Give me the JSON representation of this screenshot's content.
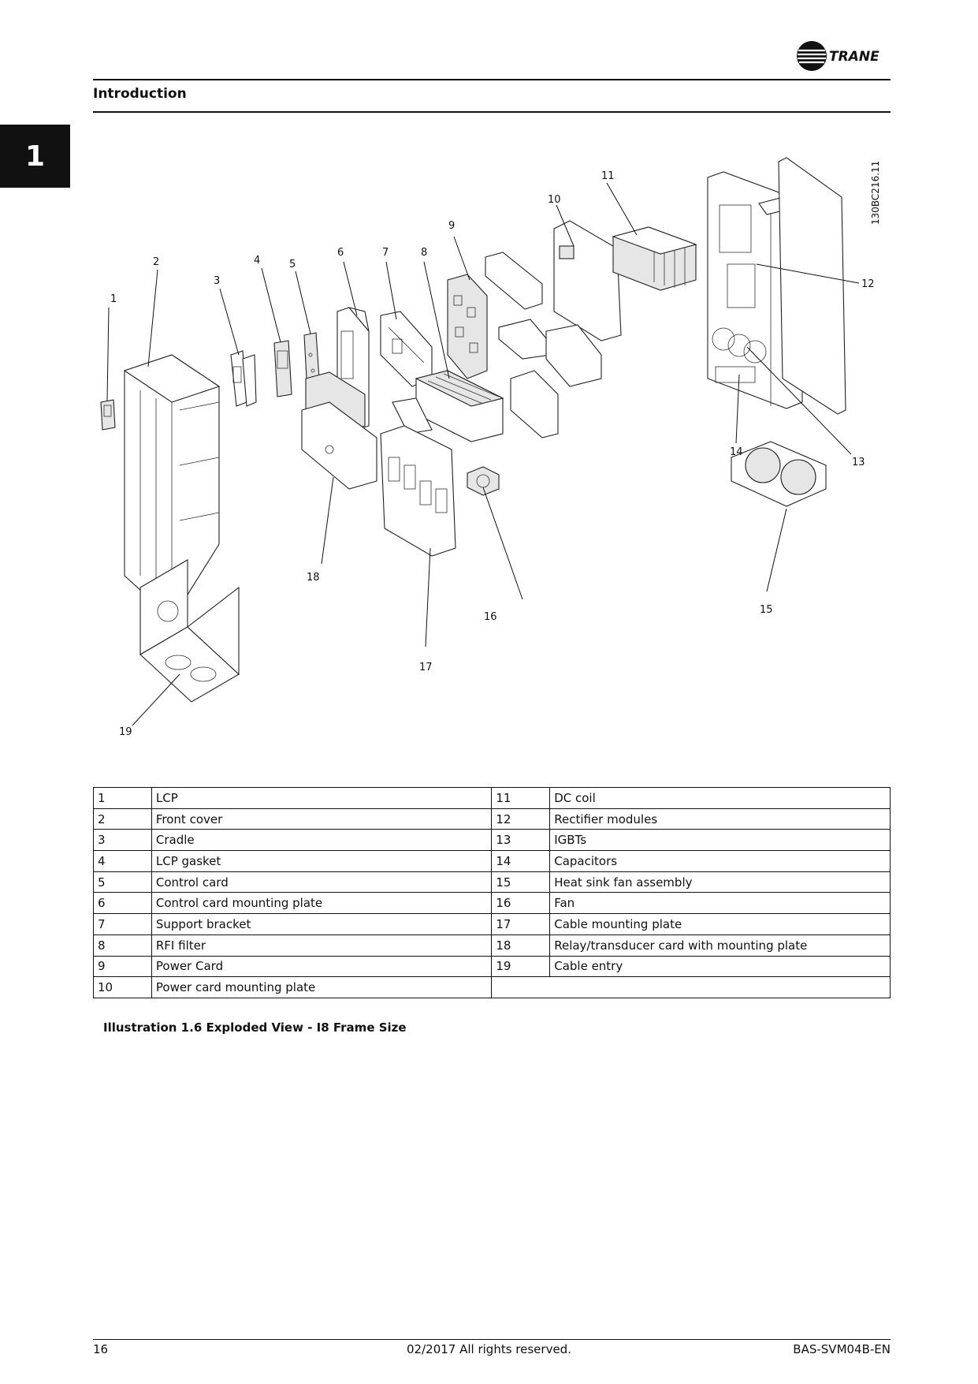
{
  "header": {
    "brand": "TRANE",
    "section_title": "Introduction"
  },
  "chapter_tab": "1",
  "figure": {
    "code": "130BC216.11",
    "callouts": [
      "1",
      "2",
      "3",
      "4",
      "5",
      "6",
      "7",
      "8",
      "9",
      "10",
      "11",
      "12",
      "13",
      "14",
      "15",
      "16",
      "17",
      "18",
      "19"
    ]
  },
  "legend": {
    "rows": [
      {
        "n1": "1",
        "l1": "LCP",
        "n2": "11",
        "l2": "DC coil"
      },
      {
        "n1": "2",
        "l1": "Front cover",
        "n2": "12",
        "l2": "Rectifier modules"
      },
      {
        "n1": "3",
        "l1": "Cradle",
        "n2": "13",
        "l2": "IGBTs"
      },
      {
        "n1": "4",
        "l1": "LCP gasket",
        "n2": "14",
        "l2": "Capacitors"
      },
      {
        "n1": "5",
        "l1": "Control card",
        "n2": "15",
        "l2": "Heat sink fan assembly"
      },
      {
        "n1": "6",
        "l1": "Control card mounting plate",
        "n2": "16",
        "l2": "Fan"
      },
      {
        "n1": "7",
        "l1": "Support bracket",
        "n2": "17",
        "l2": "Cable mounting plate"
      },
      {
        "n1": "8",
        "l1": "RFI filter",
        "n2": "18",
        "l2": "Relay/transducer card with mounting plate"
      },
      {
        "n1": "9",
        "l1": "Power Card",
        "n2": "19",
        "l2": "Cable entry"
      },
      {
        "n1": "10",
        "l1": "Power card mounting plate",
        "n2": "",
        "l2": ""
      }
    ]
  },
  "caption": "Illustration 1.6 Exploded View - I8 Frame Size",
  "footer": {
    "page_number": "16",
    "copyright": "02/2017 All rights reserved.",
    "doc_id": "BAS-SVM04B-EN"
  }
}
